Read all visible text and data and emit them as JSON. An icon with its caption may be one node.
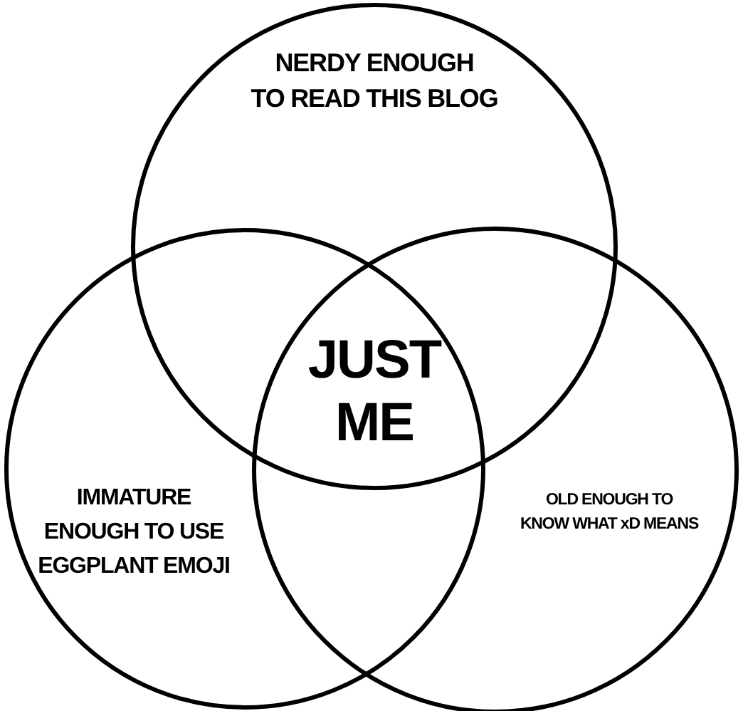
{
  "diagram": {
    "nodes": [
      {
        "text": [
          "NERDY ENOUGH TO READ THIS BLOG"
        ]
      },
      {
        "text": [
          "IMMATURE ENOUGH TO USE EGGPLANT EMOJI"
        ]
      },
      {
        "text": [
          "OLD ENOUGH TO KNOW WHAT xD MEANS"
        ]
      }
    ],
    "labels": [
      "JUST ME"
    ]
  }
}
